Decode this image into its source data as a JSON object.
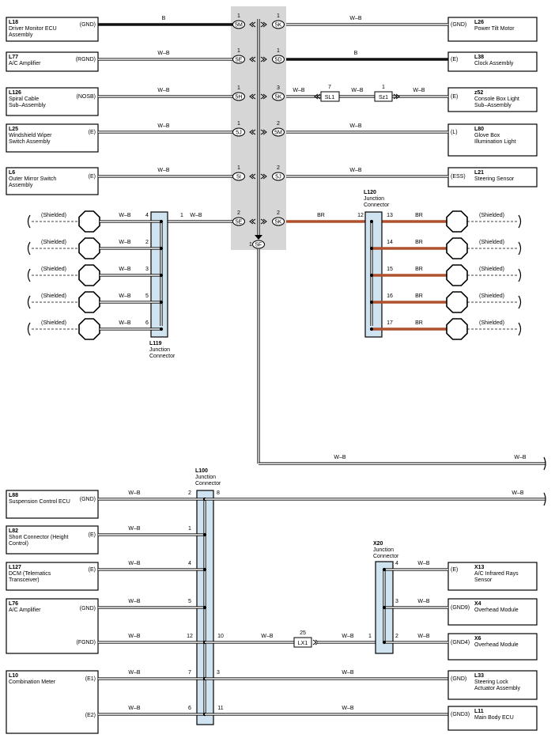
{
  "colors": {
    "wire_w_b": "#ffffff",
    "wire_b": "#111111",
    "wire_br": "#b0512e",
    "junction_fill": "#cfe3f1",
    "splice_bg": "#d6d6d6"
  },
  "components": {
    "L18": {
      "id": "L18",
      "name": "Driver Monitor ECU Assembly",
      "pin": "(GND)"
    },
    "L77": {
      "id": "L77",
      "name": "A/C Amplifier",
      "pin": "(RGND)"
    },
    "L126": {
      "id": "L126",
      "name": "Spiral Cable Sub–Assembly",
      "pin": "(NOSB)"
    },
    "L25": {
      "id": "L25",
      "name": "Windshield Wiper Switch Assembly",
      "pin": "(E)"
    },
    "L6": {
      "id": "L6",
      "name": "Outer Mirror Switch Assembly",
      "pin": "(E)"
    },
    "L26": {
      "id": "L26",
      "name": "Power Tilt Motor",
      "pin": "(GND)"
    },
    "L38": {
      "id": "L38",
      "name": "Clock Assembly",
      "pin": "(E)"
    },
    "z52": {
      "id": "z52",
      "name": "Console Box Light Sub–Assembly",
      "pin": "(E)"
    },
    "L80": {
      "id": "L80",
      "name": "Glove Box Illumination Light",
      "pin": "(L)"
    },
    "L21": {
      "id": "L21",
      "name": "Steering Sensor",
      "pin": "(ESS)"
    },
    "L88": {
      "id": "L88",
      "name": "Suspension Control ECU",
      "pin": "(GND)"
    },
    "L82": {
      "id": "L82",
      "name": "Short Connector (Height Control)",
      "pin": "(E)"
    },
    "L127": {
      "id": "L127",
      "name": "DCM (Telematics Transceiver)",
      "pin": "(E)"
    },
    "L76": {
      "id": "L76",
      "name": "A/C Amplifier",
      "pin_a": "(GND)",
      "pin_b": "(FGND)"
    },
    "L10": {
      "id": "L10",
      "name": "Combination Meter",
      "pin_a": "(E1)",
      "pin_b": "(E2)"
    },
    "X13": {
      "id": "X13",
      "name": "A/C Infrared Rays Sensor",
      "pin": "(E)"
    },
    "X4": {
      "id": "X4",
      "name": "Overhead Module",
      "pin": "(GND9)"
    },
    "X6": {
      "id": "X6",
      "name": "Overhead Module",
      "pin": "(GND4)"
    },
    "L33": {
      "id": "L33",
      "name": "Steering Lock Actuator Assembly",
      "pin": "(GND)"
    },
    "L11": {
      "id": "L11",
      "name": "Main Body ECU",
      "pin": "(GND3)"
    }
  },
  "junctions": {
    "L119": {
      "id": "L119",
      "label": "Junction Connector"
    },
    "L120": {
      "id": "L120",
      "label": "Junction Connector"
    },
    "L100": {
      "id": "L100",
      "label": "Junction Connector"
    },
    "X20": {
      "id": "X20",
      "label": "Junction Connector"
    }
  },
  "connectors": {
    "SL1": "SL1",
    "Sz1": "Sz1",
    "LX1": "LX1"
  },
  "splices": {
    "r1_left": "5M",
    "r1_right": "5K",
    "r2_left": "5E",
    "r2_right": "5D",
    "r3_left": "5H",
    "r3_right": "5K",
    "r4_left": "5J",
    "r4_right": "5M",
    "r5_left": "5I",
    "r5_right": "5J",
    "r6_left": "5E",
    "r6_right": "5K",
    "bottom": "5F"
  },
  "wire_colors": {
    "w_b": "W–B",
    "b": "B",
    "br": "BR"
  },
  "shield_label": "(Shielded)",
  "pins": {
    "p1": "1",
    "p2": "2",
    "p3": "3",
    "p4": "4",
    "p5": "5",
    "p6": "6",
    "p7": "7",
    "p8": "8",
    "p10": "10",
    "p11": "11",
    "p12": "12",
    "p13": "13",
    "p14": "14",
    "p15": "15",
    "p16": "16",
    "p17": "17",
    "p25": "25"
  }
}
